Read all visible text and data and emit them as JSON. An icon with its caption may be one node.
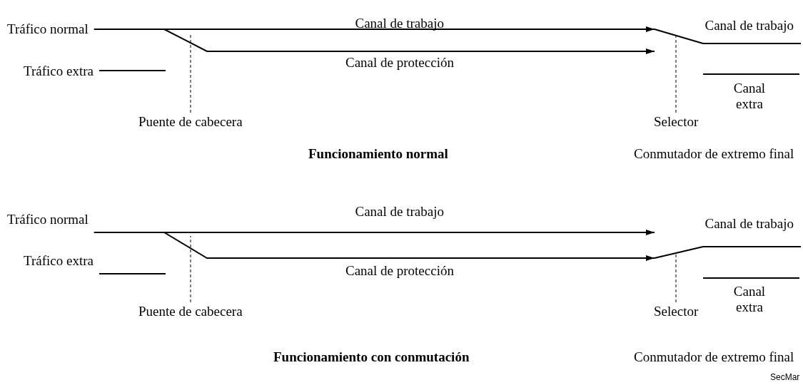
{
  "diagram": {
    "nodes": [
      {
        "text": [
          "Tráfico normal"
        ]
      },
      {
        "text": [
          "Tráfico extra"
        ]
      },
      {
        "text": [
          "Puente de cabecera"
        ]
      },
      {
        "text": [],
        "shape": "switch"
      },
      {
        "text": [
          "Selector"
        ]
      },
      {
        "text": [
          "Tráfico normal"
        ]
      },
      {
        "text": [
          "Tráfico extra"
        ]
      },
      {
        "text": [
          "Puente de cabecera"
        ]
      },
      {
        "text": [],
        "shape": "switch"
      },
      {
        "text": [
          "Selector"
        ]
      }
    ],
    "edges": [
      {
        "from": 0,
        "to": 3,
        "arrow": "to",
        "label": "Canal de trabajo"
      },
      {
        "from": 0,
        "to": 3,
        "arrow": "to",
        "label": "Canal de protección"
      },
      {
        "from": 1,
        "to": null,
        "arrow": "none"
      },
      {
        "from": 2,
        "to": null,
        "arrow": "none",
        "style": "dashed"
      },
      {
        "from": 4,
        "to": 3,
        "arrow": "none",
        "style": "dashed"
      },
      {
        "from": 5,
        "to": 8,
        "arrow": "to",
        "label": "Canal de trabajo"
      },
      {
        "from": 5,
        "to": 8,
        "arrow": "to",
        "label": "Canal de protección"
      },
      {
        "from": 6,
        "to": null,
        "arrow": "none"
      },
      {
        "from": 7,
        "to": null,
        "arrow": "none",
        "style": "dashed"
      },
      {
        "from": 9,
        "to": 8,
        "arrow": "none",
        "style": "dashed"
      }
    ],
    "labels": [
      "Canal de trabajo",
      "Canal extra",
      "Funcionamiento normal",
      "Conmutador de extremo final",
      "Canal de trabajo",
      "Canal extra",
      "Funcionamiento con conmutación",
      "Conmutador de extremo final",
      "SecMar"
    ]
  }
}
